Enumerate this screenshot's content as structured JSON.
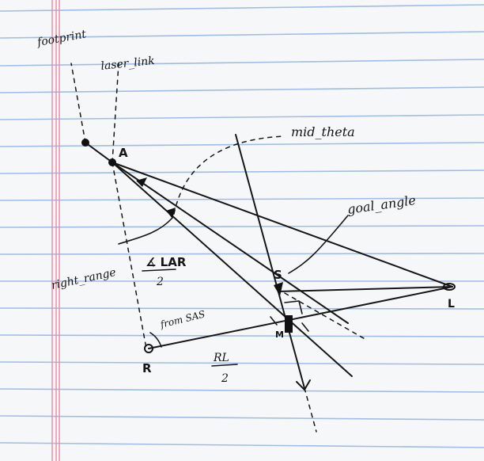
{
  "labels": {
    "footprint": "footprint",
    "laser_link": "laser_link",
    "mid_theta": "mid_theta",
    "point_a": "A",
    "goal_angle": "goal_angle",
    "right_range": "right_range",
    "lar_numerator": "∡ LAR",
    "lar_denominator": "2",
    "point_s": "S",
    "point_l": "L",
    "from_sas": "from SAS",
    "point_m": "M",
    "point_r": "R",
    "rl_numerator": "RL",
    "rl_denominator": "2"
  },
  "colors": {
    "paper": "#f6f7f9",
    "rule_lines": "#8fb2e6",
    "margin_lines": "#e98aa2",
    "ink": "#161616"
  }
}
